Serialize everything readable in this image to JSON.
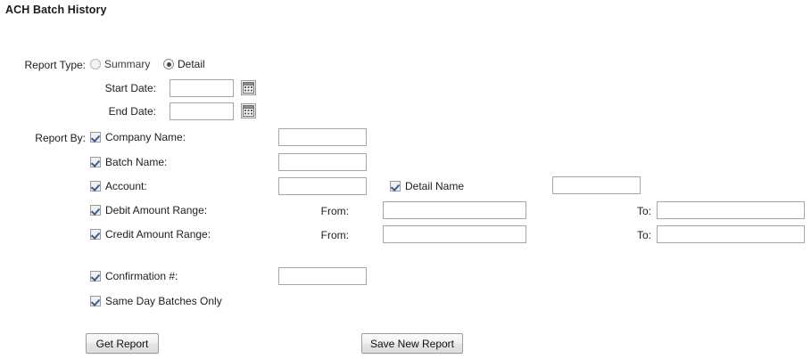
{
  "page": {
    "title": "ACH Batch History"
  },
  "report_type": {
    "label": "Report Type:",
    "options": [
      {
        "label": "Summary",
        "selected": false
      },
      {
        "label": "Detail",
        "selected": true
      }
    ]
  },
  "dates": {
    "start": {
      "label": "Start Date:",
      "value": "",
      "calendar_icon": "calendar-icon"
    },
    "end": {
      "label": "End Date:",
      "value": "",
      "calendar_icon": "calendar-icon"
    }
  },
  "report_by": {
    "label": "Report By:",
    "rows": [
      {
        "label": "Company Name:",
        "checked": true,
        "value": ""
      },
      {
        "label": "Batch Name:",
        "checked": true,
        "value": ""
      },
      {
        "label": "Account:",
        "checked": true,
        "value": ""
      },
      {
        "label": "Debit Amount Range:",
        "checked": true,
        "from_label": "From:",
        "from_value": "",
        "to_label": "To:",
        "to_value": ""
      },
      {
        "label": "Credit Amount Range:",
        "checked": true,
        "from_label": "From:",
        "from_value": "",
        "to_label": "To:",
        "to_value": ""
      }
    ],
    "detail_name": {
      "label": "Detail Name",
      "checked": true,
      "value": ""
    }
  },
  "extra": {
    "confirmation": {
      "label": "Confirmation #:",
      "checked": true,
      "value": ""
    },
    "same_day": {
      "label": "Same Day Batches Only",
      "checked": true
    }
  },
  "actions": {
    "get_report": "Get Report",
    "save_new_report": "Save New Report"
  },
  "colors": {
    "page_background": "#ffffff",
    "text": "#1d1d1d",
    "input_border": "#a6a6a6",
    "checkmark": "#3c5a94",
    "button_border": "#9d9d9d"
  }
}
